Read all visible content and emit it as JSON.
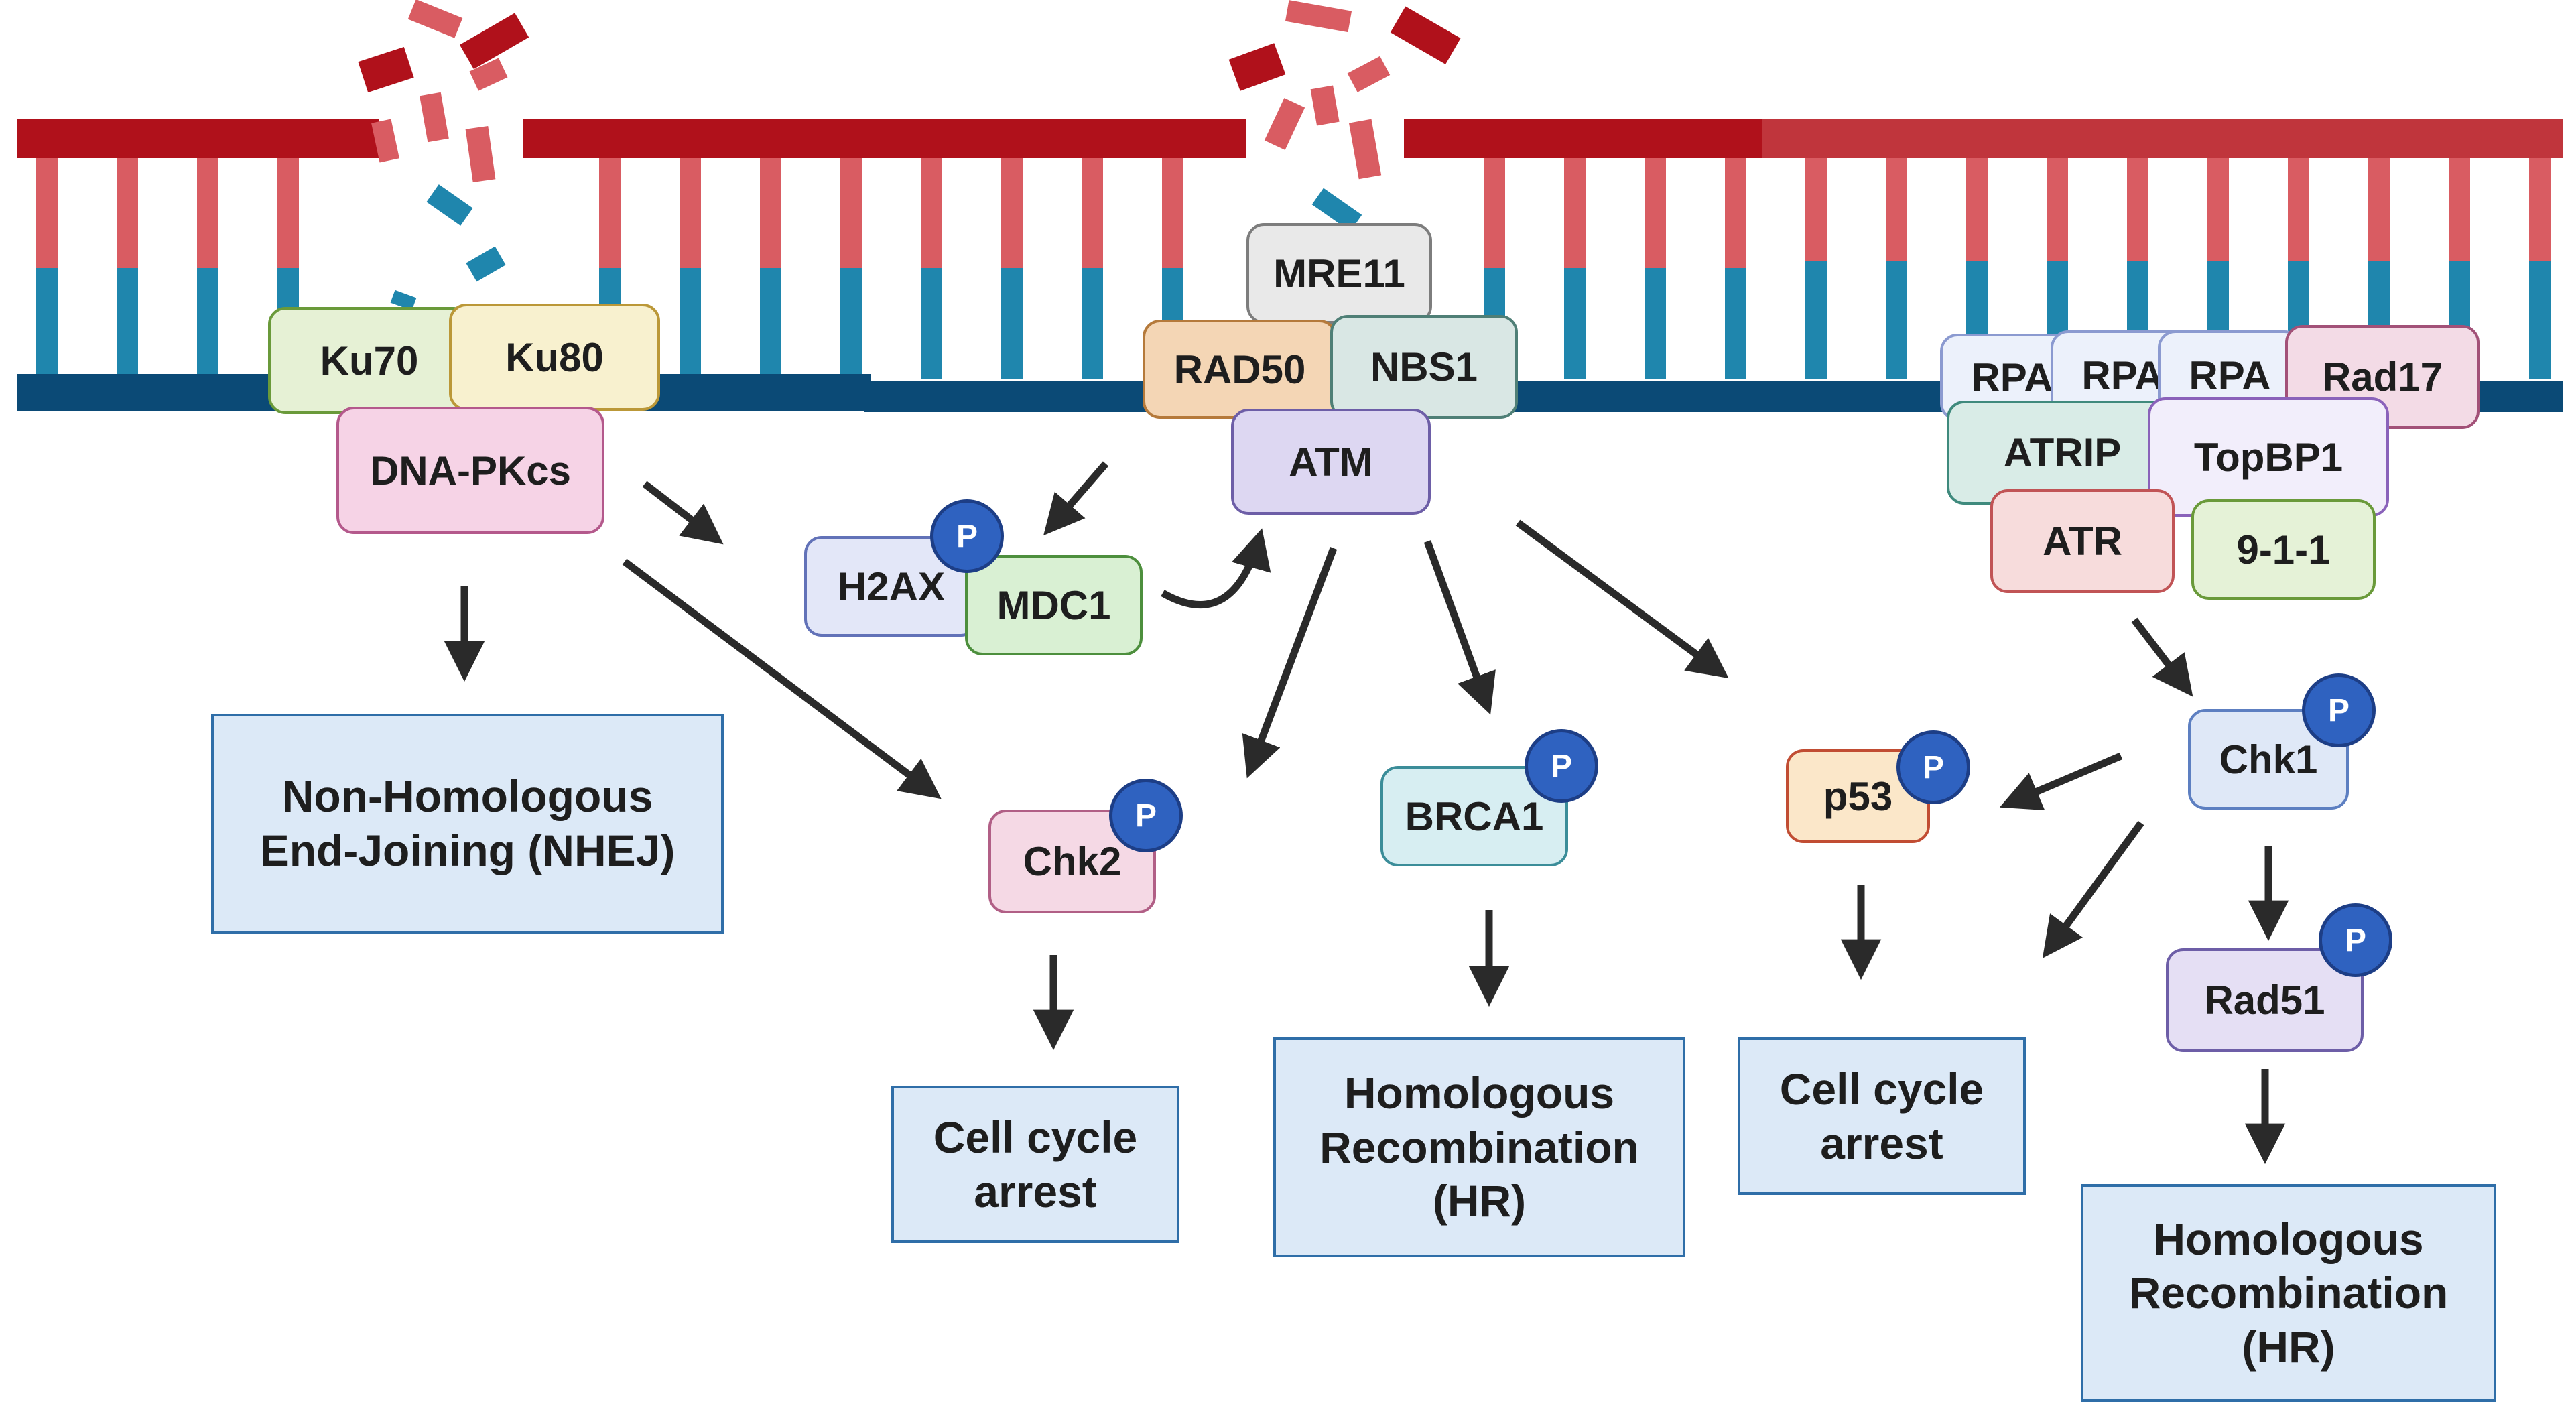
{
  "colors": {
    "strand_top": "#b0111b",
    "strand_bottom": "#0b4a76",
    "rung_top": "#d95c62",
    "rung_bottom": "#1f86ad",
    "arrow": "#2a2a2a",
    "phospho": "#2f62c0",
    "outcome_fill": "#dce9f7",
    "outcome_border": "#2f6ea8"
  },
  "phospho_label": "P",
  "nhej_complex": {
    "ku70": "Ku70",
    "ku80": "Ku80",
    "dnapkcs": "DNA-PKcs"
  },
  "mrn_complex": {
    "mre11": "MRE11",
    "rad50": "RAD50",
    "nbs1": "NBS1",
    "atm": "ATM"
  },
  "atr_complex": {
    "rpa_1": "RPA",
    "rpa_2": "RPA",
    "rpa_3": "RPA",
    "rad17": "Rad17",
    "atrip": "ATRIP",
    "topbp1": "TopBP1",
    "atr": "ATR",
    "nine_one_one": "9-1-1"
  },
  "mediators": {
    "h2ax": "H2AX",
    "mdc1": "MDC1"
  },
  "effectors": {
    "chk2": "Chk2",
    "brca1": "BRCA1",
    "p53": "p53",
    "chk1": "Chk1",
    "rad51": "Rad51"
  },
  "outcomes": {
    "nhej": "Non-Homologous\nEnd-Joining (NHEJ)",
    "arrest_1": "Cell cycle\narrest",
    "hr_1": "Homologous\nRecombination\n(HR)",
    "arrest_2": "Cell cycle\narrest",
    "hr_2": "Homologous\nRecombination\n(HR)"
  }
}
